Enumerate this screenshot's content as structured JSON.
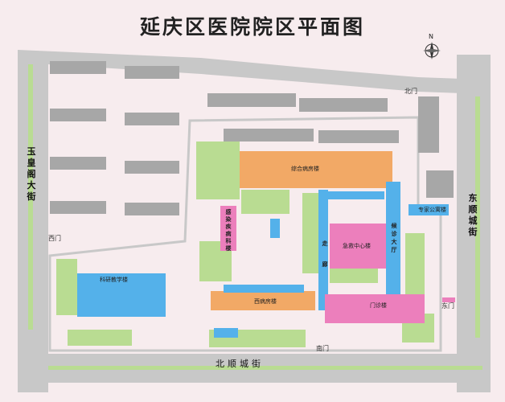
{
  "title": "延庆区医院院区平面图",
  "compass": {
    "label": "N"
  },
  "roads": {
    "west": "玉皇阁大街",
    "east": "东顺城街",
    "south": "北顺城街"
  },
  "gates": {
    "north": "北门",
    "west": "西门",
    "east": "东门",
    "south": "南门"
  },
  "buildings": {
    "general_ward": "综合病房楼",
    "infectious": "感染疾病科楼",
    "emergency": "急救中心楼",
    "waiting_hall": "候诊大厅",
    "corridor": "走廊",
    "west_ward": "西病房楼",
    "outpatient": "门诊楼",
    "research": "科研教学楼",
    "expert_apartment": "专家公寓楼"
  },
  "colors": {
    "background": "#f7ecee",
    "road": "#c8c8c8",
    "green": "#b9dc92",
    "gray_building": "#a7a7a7",
    "orange_building": "#f2a966",
    "pink_building": "#ec7fbc",
    "blue_building": "#54b1ea"
  }
}
